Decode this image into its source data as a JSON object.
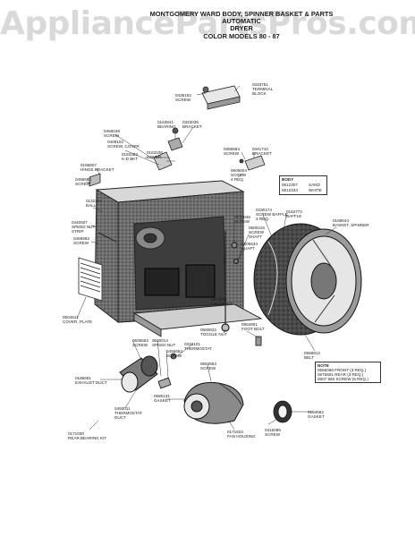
{
  "watermark": "AppliancePartsPros.com",
  "header": {
    "line1": "MONTGOMERY WARD BODY, SPINNER BASKET & PARTS",
    "line2": "AUTOMATIC",
    "line3": "DRYER",
    "line4": "COLOR MODELS 80 - 87"
  },
  "labels": {
    "terminal_block": "0333751\nTERMINAL\nBLOCK",
    "screw_top": "0435152\nSCREW",
    "bearing": "0163841\nBEARING",
    "bracket_top": "0323036\nBRACKET",
    "screw_left": "0456048\nSCREW",
    "screw_cover": "0409102\nSCREW, COVER",
    "kd_bkt": "0153383\nK-D BKT",
    "cover": "0163106\nCOVER",
    "hinge_bracket": "0186807\nHINGE BRACKET",
    "screw_hinge": "0456594\nSCREW",
    "screw_mid": "0356584\nSCREW",
    "bracket_mid": "0341710\nBRACKET",
    "screw_4req": "0606604\nSCREW\n4 REQ.",
    "ball": "0132204\nBALL",
    "speed_nut_strip": "0440507\nSPEED NUT\nSTRIP",
    "screw_speed": "0456593\nSCREW",
    "screw_baffle": "0430174\nSCREW BAFFLE\n3 REQ.",
    "baffle": "0163772\nBAFFLE",
    "basket_spinner": "0168644\nBASKET, SPINNER",
    "screw_shaft": "0470046\nSCREW",
    "screw_shaft2": "0500216\nSCREW\nSHAFT",
    "shaft": "0506634\nSHAFT",
    "grommet": "0504881\nGROMMET",
    "foot_bolt": "0564901\nFOOT BOLT",
    "cover_plate": "0504611\nCOVER, PLATE",
    "toggle_nut": "0560622\nTOGGLE NUT",
    "belt": "0568812\nBELT",
    "screw_low1": "0505553\nSCREW",
    "speed_nut": "0520014\nSPEED NUT",
    "thermostat": "0334101\nTHERMOSTAT",
    "screw_low2": "0456653\nSCREW",
    "screw_low3": "0693553\nSCREW",
    "exhaust_duct": "0186691\nEXHAUST DUCT",
    "gasket_low": "0685131\nGASKET",
    "thermostat_duct": "0493011\nTHERMOSTAT\nDUCT",
    "rear_bearing": "0171030\nREAR BEARING KIT",
    "fan_housing": "0171634\nFAN HOUSING",
    "screw_fan": "0416096\nSCREW",
    "gasket_right": "0164562\nGASKET"
  },
  "body_table": {
    "header": "BODY",
    "rows": [
      {
        "part": "0612307",
        "color": "SAND"
      },
      {
        "part": "0612333",
        "color": "WHITE"
      }
    ]
  },
  "note": {
    "title": "NOTE",
    "text": "0556066 FRONT (3 REQ.)\n0676801 REAR (3 REQ.)\n0607 580 SCREW (6 REQ.)"
  }
}
